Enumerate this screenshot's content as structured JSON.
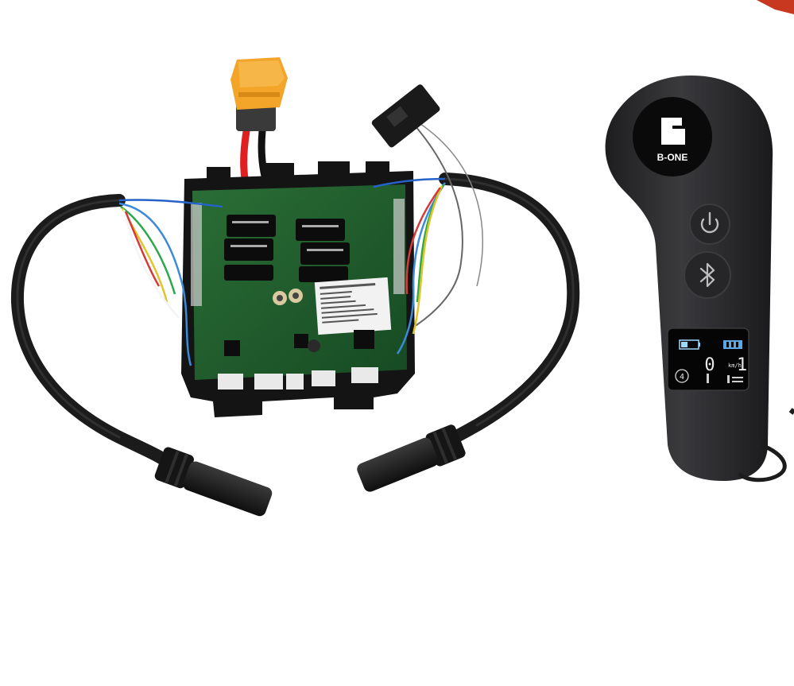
{
  "remote": {
    "brand_text": "B-ONE",
    "display": {
      "speed_value": "0",
      "unit_label": "km/h",
      "gear_value": "1",
      "mode_number": "4"
    }
  },
  "colors": {
    "background": "#ffffff",
    "pcb_green": "#1f5a2c",
    "remote_body": "#2b2b2d",
    "connector_yellow": "#f3a52a",
    "wire_red": "#e02020",
    "lcd_cyan": "#9fd8ff"
  }
}
